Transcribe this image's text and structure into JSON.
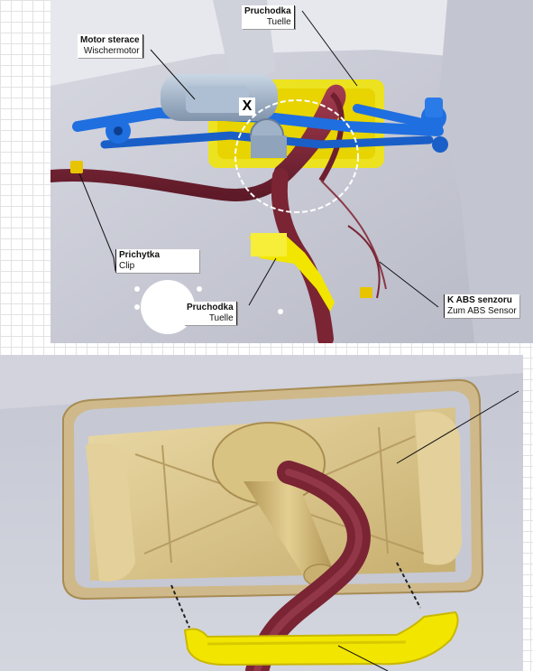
{
  "labels": {
    "wiper_motor": {
      "cz": "Motor sterace",
      "de": "Wischermotor"
    },
    "grommet_top": {
      "cz": "Pruchodka",
      "de": "Tuelle"
    },
    "clip": {
      "cz": "Prichytka",
      "de": "Clip"
    },
    "grommet_mid": {
      "cz": "Pruchodka",
      "de": "Tuelle"
    },
    "abs_sensor": {
      "cz": "K ABS senzoru",
      "de": "Zum ABS Sensor"
    },
    "detail_mark": "X"
  },
  "colors": {
    "wiper_linkage": "#1f6fe0",
    "wiper_motor": "#9fb2c8",
    "harness": "#7a2434",
    "grommet_yellow": "#f2e600",
    "grommet_tan": "#d9c58f",
    "body_panel": "#c9cbd6"
  }
}
